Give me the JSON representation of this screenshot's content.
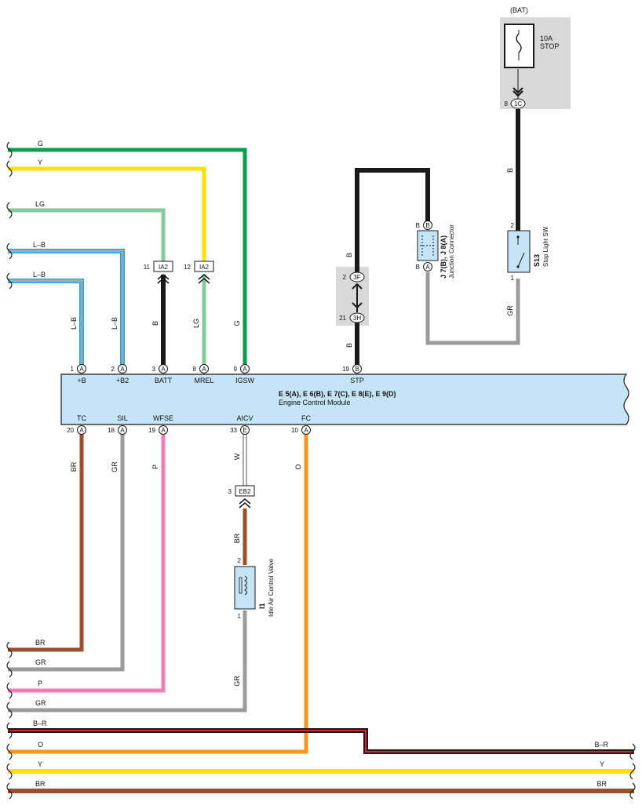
{
  "ecm": {
    "title": "E 5(A), E 6(B), E 7(C), E 8(E), E 9(D)",
    "subtitle": "Engine Control Module",
    "top_terminals": [
      {
        "pin": "1",
        "conn": "A",
        "name": "+B",
        "wire": "L–B"
      },
      {
        "pin": "2",
        "conn": "A",
        "name": "+B2",
        "wire": "L–B"
      },
      {
        "pin": "3",
        "conn": "A",
        "name": "BATT",
        "wire": "B"
      },
      {
        "pin": "8",
        "conn": "A",
        "name": "MREL",
        "wire": "LG"
      },
      {
        "pin": "9",
        "conn": "A",
        "name": "IGSW",
        "wire": "G"
      },
      {
        "pin": "19",
        "conn": "B",
        "name": "STP",
        "wire": ""
      }
    ],
    "bottom_terminals": [
      {
        "pin": "20",
        "conn": "A",
        "name": "TC",
        "wire": "BR"
      },
      {
        "pin": "18",
        "conn": "A",
        "name": "SIL",
        "wire": "GR"
      },
      {
        "pin": "19",
        "conn": "A",
        "name": "WFSE",
        "wire": "P"
      },
      {
        "pin": "33",
        "conn": "E",
        "name": "AICV",
        "wire": "W"
      },
      {
        "pin": "10",
        "conn": "A",
        "name": "FC",
        "wire": "O"
      }
    ]
  },
  "top_left_wires": [
    {
      "label": "G"
    },
    {
      "label": "Y"
    },
    {
      "label": "LG"
    },
    {
      "label": "L–B"
    },
    {
      "label": "L–B"
    }
  ],
  "ia2_connectors": [
    {
      "pin": "11",
      "name": "IA2"
    },
    {
      "pin": "12",
      "name": "IA2"
    }
  ],
  "fuse": {
    "supply": "(BAT)",
    "rating": "10A",
    "name": "STOP",
    "pin": "8",
    "conn": "1C"
  },
  "stop_light_sw": {
    "pin_top": "2",
    "pin_bottom": "1",
    "code": "S13",
    "name": "Stop Light SW",
    "wire_top": "B",
    "wire_bottom": "GR"
  },
  "junction": {
    "code": "J 7(B), J 8(A)",
    "name": "Junction Connector",
    "pin_top_letter": "B",
    "pin_top_conn": "B",
    "pin_bottom_letter": "B",
    "pin_bottom_conn": "A"
  },
  "stp_connectors": [
    {
      "pin": "2",
      "conn": "3F",
      "wire": "B"
    },
    {
      "pin": "21",
      "conn": "3H",
      "wire": "B"
    }
  ],
  "eb2": {
    "pin": "3",
    "name": "EB2",
    "wire_below": "BR"
  },
  "idle_valve": {
    "pin_top": "2",
    "pin_bottom": "1",
    "code": "I1",
    "name": "Idle Air Control Valve",
    "wire_below": "GR"
  },
  "bottom_left_wires": [
    {
      "label": "BR"
    },
    {
      "label": "GR"
    },
    {
      "label": "P"
    },
    {
      "label": "GR"
    },
    {
      "label": "B–R"
    },
    {
      "label": "O"
    },
    {
      "label": "Y"
    },
    {
      "label": "BR"
    }
  ],
  "bottom_right_wires": [
    {
      "label": "B–R"
    },
    {
      "label": "Y"
    },
    {
      "label": "BR"
    }
  ],
  "colors": {
    "green": "#00a04a",
    "yellow": "#ffe100",
    "light_green": "#86c99b",
    "blue": "#1aa3e0",
    "black": "#1a1a1a",
    "gray": "#9b9b9b",
    "brown": "#9c4f2c",
    "pink": "#ee7fb8",
    "orange": "#f7941d",
    "red": "#d9262b",
    "ecm_fill": "#c5e4f6",
    "shade": "#d9d9d9"
  }
}
